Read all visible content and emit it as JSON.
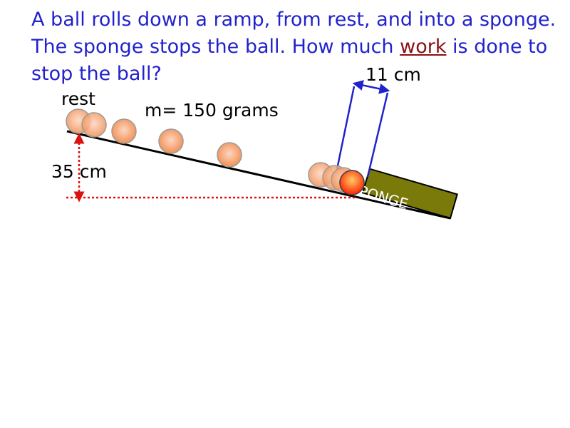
{
  "question": {
    "text_before": "A ball rolls down a ramp, from rest, and into a sponge. The sponge stops the ball. How much ",
    "link_word": "work",
    "text_after": " is done to stop the ball?"
  },
  "labels": {
    "rest": "rest",
    "mass": "m= 150 grams",
    "height": "35 cm",
    "sponge_width": "11 cm",
    "sponge": "SPONGE"
  },
  "colors": {
    "question_text": "#2222cc",
    "link": "#8b1010",
    "ramp": "#000000",
    "sponge_fill": "#7a7a0a",
    "measure_lines": "#2222cc",
    "height_marker": "#dd1111",
    "ball_light": "#fcd6c2",
    "ball_dark": "#f08a4a",
    "ball_final": "#ff2200"
  }
}
